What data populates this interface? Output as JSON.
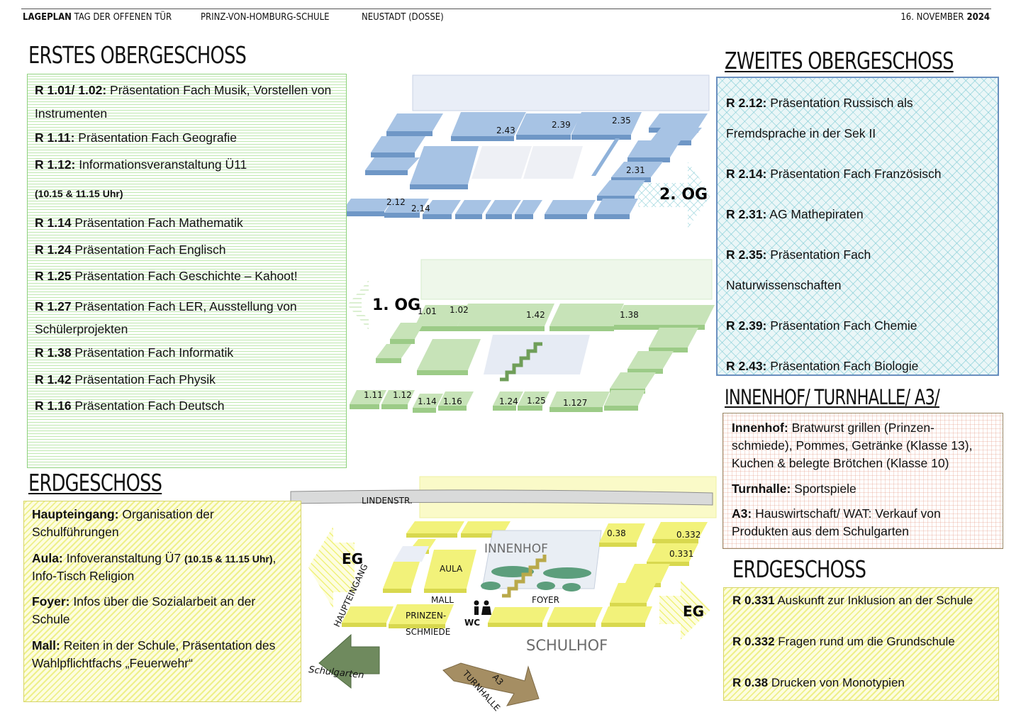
{
  "header": {
    "title_bold": "LAGEPLAN",
    "title_rest": " TAG DER OFFENEN TÜR",
    "school": "PRINZ-VON-HOMBURG-SCHULE",
    "town": "NEUSTADT (DOSSE)",
    "date_day": "16. NOVEMBER",
    "date_year": " 2024"
  },
  "og1": {
    "heading": "ERSTES OBERGESCHOSS",
    "items": [
      {
        "room": "R 1.01/ 1.02:",
        "text": " Präsentation Fach Musik, Vorstellen von Instrumenten"
      },
      {
        "room": "R 1.11:",
        "text": " Präsentation Fach Geografie"
      },
      {
        "room": "R 1.12:",
        "text": " Informationsveranstaltung Ü11"
      },
      {
        "note": "(10.15 & 11.15 Uhr)"
      },
      {
        "room": "R 1.14",
        "text": " Präsentation Fach Mathematik"
      },
      {
        "room": "R 1.24",
        "text": " Präsentation Fach Englisch"
      },
      {
        "room": "R 1.25",
        "text": " Präsentation Fach Geschichte – Kahoot!"
      },
      {
        "room": "R 1.27",
        "text": " Präsentation Fach LER, Ausstellung von Schülerprojekten"
      },
      {
        "room": "R 1.38",
        "text": " Präsentation Fach Informatik"
      },
      {
        "room": "R 1.42",
        "text": " Präsentation Fach Physik"
      },
      {
        "room": "R 1.16",
        "text": " Präsentation Fach Deutsch"
      }
    ]
  },
  "og2": {
    "heading": "ZWEITES OBERGESCHOSS",
    "items": [
      {
        "room": "R 2.12:",
        "text": " Präsentation Russisch als Fremdsprache in der Sek II"
      },
      {
        "room": "R 2.14:",
        "text": " Präsentation Fach Französisch"
      },
      {
        "room": "R 2.31:",
        "text": " AG Mathepiraten"
      },
      {
        "room": "R 2.35:",
        "text": " Präsentation Fach Naturwissenschaften"
      },
      {
        "room": "R 2.39:",
        "text": " Präsentation Fach Chemie"
      },
      {
        "room": "R 2.43:",
        "text": " Präsentation Fach Biologie"
      }
    ]
  },
  "hof": {
    "heading": "INNENHOF/ TURNHALLE/ A3/",
    "items": [
      {
        "room": "Innenhof:",
        "text": " Bratwurst grillen (Prinzen-schmiede), Pommes, Getränke (Klasse 13), Kuchen & belegte Brötchen (Klasse 10)"
      },
      {
        "room": "Turnhalle:",
        "text": " Sportspiele"
      },
      {
        "room": "A3:",
        "text": " Hauswirtschaft/ WAT: Verkauf von Produkten aus dem Schulgarten"
      }
    ]
  },
  "eg": {
    "heading": "ERDGESCHOSS",
    "items": [
      {
        "room": "Haupteingang:",
        "text": " Organisation der Schulführungen"
      },
      {
        "room": "Aula:",
        "text": " Infoveranstaltung Ü7 ",
        "note": "(10.15 & 11.15 Uhr)",
        "text2": ", Info-Tisch Religion"
      },
      {
        "room": "Foyer:",
        "text": " Infos über die Sozialarbeit an der Schule"
      },
      {
        "room": "Mall:",
        "text": " Reiten in der Schule, Präsentation des Wahlpflichtfachs „Feuerwehr“"
      }
    ]
  },
  "eg2": {
    "heading": "ERDGESCHOSS",
    "items": [
      {
        "room": "R 0.331",
        "text": " Auskunft zur Inklusion an der Schule"
      },
      {
        "room": "R 0.332",
        "text": " Fragen rund um die Grundschule"
      },
      {
        "room": "R 0.38",
        "text": " Drucken von Monotypien"
      }
    ]
  },
  "map": {
    "og2_arrow": "2. OG",
    "og1_arrow": "1. OG",
    "eg_arrow_left": "EG",
    "eg_arrow_right": "EG",
    "og2_rooms": [
      "2.43",
      "2.39",
      "2.35",
      "2.31",
      "2.12",
      "2.14"
    ],
    "og1_rooms": [
      "1.01",
      "1.02",
      "1.42",
      "1.38",
      "1.11",
      "1.12",
      "1.14",
      "1.16",
      "1.24",
      "1.25",
      "1.127"
    ],
    "eg_rooms": [
      "0.38",
      "0.332",
      "0.331"
    ],
    "street": "LINDENSTR.",
    "innenhof": "INNENHOF",
    "aula": "AULA",
    "mall": "MALL",
    "foyer": "FOYER",
    "prinzenschmiede_1": "PRINZEN-",
    "prinzenschmiede_2": "SCHMIEDE",
    "wc": "WC",
    "haupteingang": "HAUPTEINGANG",
    "schulhof": "SCHULHOF",
    "schulgarten": "Schulgarten",
    "a3_1": "A3",
    "a3_2": "TURNHALLE"
  },
  "colors": {
    "og2_blue": "#7ea7d3",
    "og1_green": "#b9dba8",
    "eg_yellow": "#f2f27a",
    "schulgarten": "#6f8a5e",
    "turnhalle": "#a58e63"
  }
}
